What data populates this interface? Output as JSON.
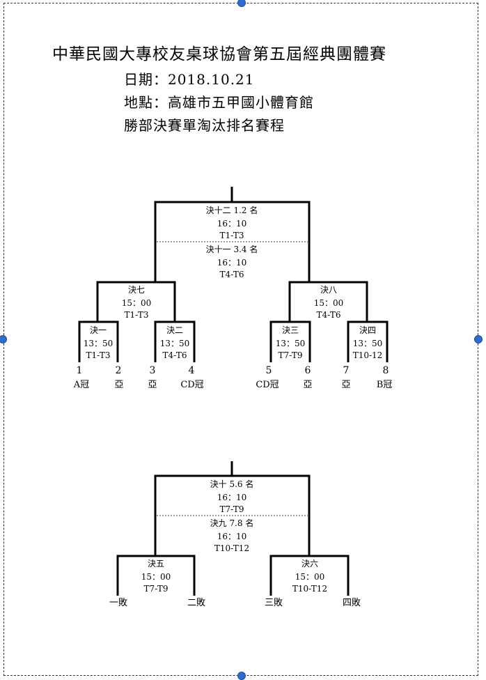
{
  "title": "中華民國大專校友桌球協會第五屆經典團體賽",
  "date_line": "日期：2018.10.21",
  "venue_line": "地點：高雄市五甲國小體育館",
  "schedule_line": "勝部決賽單淘汰排名賽程",
  "bracket_top": {
    "final": {
      "name": "決十二 1.2 名",
      "time": "16：10",
      "tables": "T1-T3"
    },
    "third": {
      "name": "決十一 3.4 名",
      "time": "16：10",
      "tables": "T4-T6"
    },
    "semi_left": {
      "name": "決七",
      "time": "15：00",
      "tables": "T1-T3"
    },
    "semi_right": {
      "name": "決八",
      "time": "15：00",
      "tables": "T4-T6"
    },
    "quarters": [
      {
        "name": "決一",
        "time": "13：50",
        "tables": "T1-T3"
      },
      {
        "name": "決二",
        "time": "13：50",
        "tables": "T4-T6"
      },
      {
        "name": "決三",
        "time": "13：50",
        "tables": "T7-T9"
      },
      {
        "name": "決四",
        "time": "13：50",
        "tables": "T10-12"
      }
    ],
    "slots": [
      {
        "num": "1",
        "team": "A冠"
      },
      {
        "num": "2",
        "team": "亞"
      },
      {
        "num": "3",
        "team": "亞"
      },
      {
        "num": "4",
        "team": "CD冠"
      },
      {
        "num": "5",
        "team": "CD冠"
      },
      {
        "num": "6",
        "team": "亞"
      },
      {
        "num": "7",
        "team": "亞"
      },
      {
        "num": "8",
        "team": "B冠"
      }
    ]
  },
  "bracket_bottom": {
    "final": {
      "name": "決十 5.6 名",
      "time": "16：10",
      "tables": "T7-T9"
    },
    "third": {
      "name": "決九 7.8 名",
      "time": "16：10",
      "tables": "T10-T12"
    },
    "semi_left": {
      "name": "決五",
      "time": "15：00",
      "tables": "T7-T9"
    },
    "semi_right": {
      "name": "決六",
      "time": "15：00",
      "tables": "T10-T12"
    },
    "entrants": [
      "一敗",
      "二敗",
      "三敗",
      "四敗"
    ]
  }
}
